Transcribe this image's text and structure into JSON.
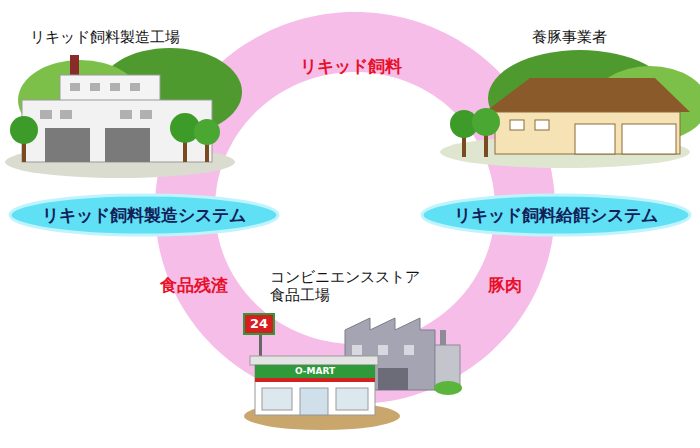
{
  "diagram": {
    "nodes": [
      {
        "text": [
          "リキッド飼料製造工場"
        ]
      },
      {
        "text": [
          "リキッド飼料製造システム"
        ]
      },
      {
        "text": [
          "養豚事業者"
        ]
      },
      {
        "text": [
          "リキッド飼料給餌システム"
        ]
      },
      {
        "text": [
          "コンビニエンスストア 食品工場"
        ]
      }
    ],
    "edges": [
      {
        "from": 0,
        "to": 2,
        "label": "リキッド飼料",
        "arrow": "none"
      },
      {
        "from": 2,
        "to": 4,
        "label": "豚肉",
        "arrow": "none"
      },
      {
        "from": 4,
        "to": 0,
        "label": "食品残渣",
        "arrow": "none"
      }
    ],
    "labels": [
      "24",
      "O-MART"
    ]
  }
}
